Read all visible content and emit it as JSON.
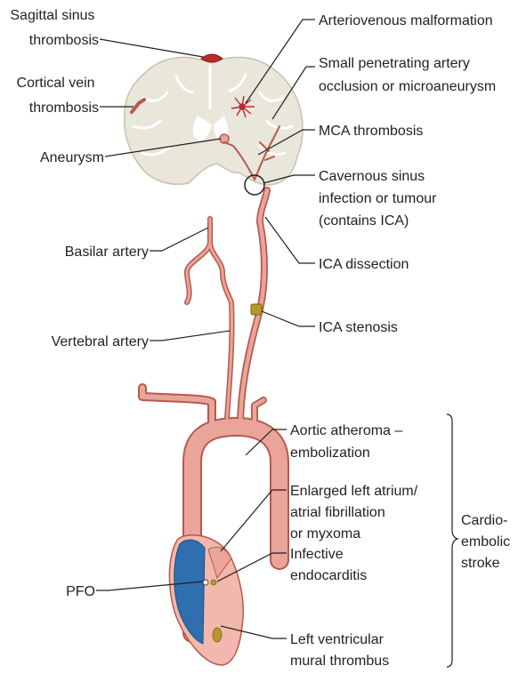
{
  "labels_left": {
    "sagittal_sinus": [
      "Sagittal sinus",
      "thrombosis"
    ],
    "cortical_vein": [
      "Cortical vein",
      "thrombosis"
    ],
    "aneurysm": [
      "Aneurysm"
    ],
    "basilar_artery": [
      "Basilar artery"
    ],
    "vertebral_artery": [
      "Vertebral artery"
    ],
    "pfo": [
      "PFO"
    ]
  },
  "labels_right": {
    "avm": [
      "Arteriovenous malformation"
    ],
    "small_artery": [
      "Small penetrating artery",
      "occlusion or microaneurysm"
    ],
    "mca": [
      "MCA thrombosis"
    ],
    "cavernous": [
      "Cavernous sinus",
      "infection or tumour",
      "(contains ICA)"
    ],
    "ica_dissection": [
      "ICA dissection"
    ],
    "ica_stenosis": [
      "ICA stenosis"
    ],
    "aortic": [
      "Aortic atheroma –",
      "embolization"
    ],
    "left_atrium": [
      "Enlarged left atrium/",
      "atrial fibrillation",
      "or myxoma"
    ],
    "endocarditis": [
      "Infective",
      "endocarditis"
    ],
    "lv_thrombus": [
      "Left ventricular",
      "mural thrombus"
    ]
  },
  "group_label": [
    "Cardio-",
    "embolic",
    "stroke"
  ],
  "colors": {
    "brain_fill": "#e9e6da",
    "brain_stroke": "#c7c2b0",
    "artery_fill": "#eaa59a",
    "artery_stroke": "#b8584c",
    "heart_blue": "#2f6fb0",
    "heart_pink": "#f2b8ad",
    "lesion_red": "#c0282b",
    "plaque": "#b8962a",
    "leader": "#231f20"
  }
}
